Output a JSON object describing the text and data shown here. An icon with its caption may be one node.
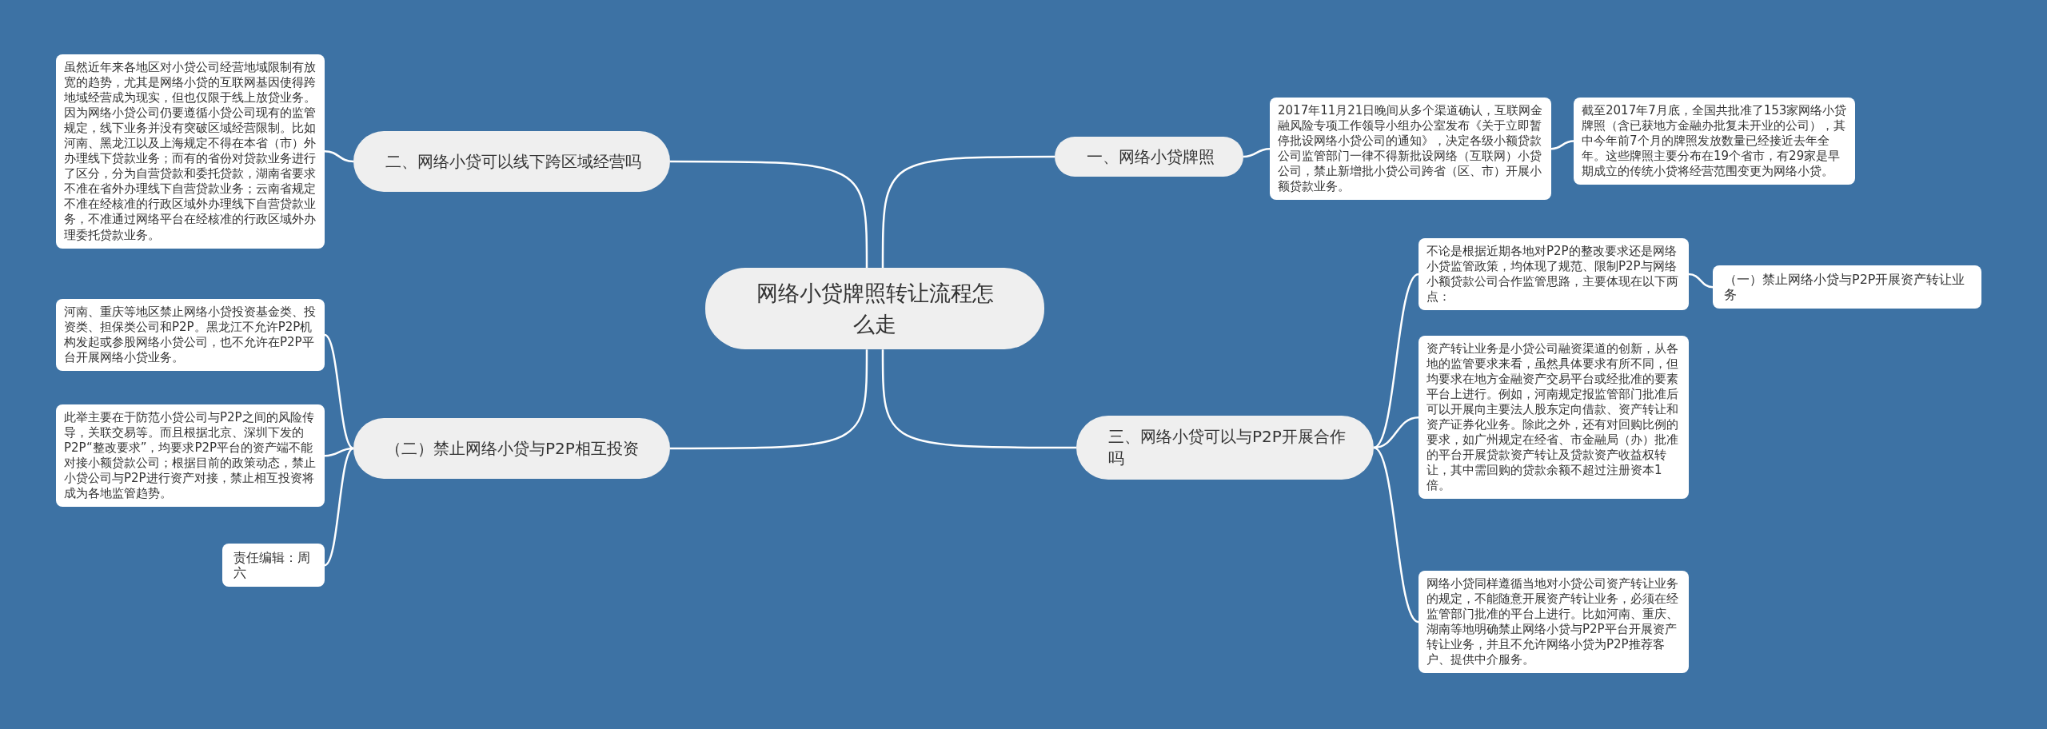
{
  "diagram": {
    "nodes": [
      {
        "text": [
          "网络小贷牌照转让流程怎么走"
        ]
      },
      {
        "text": [
          "一、网络小贷牌照"
        ]
      },
      {
        "text": [
          "2017年11月21日晚间从多个渠道确认，互联网金融风险专项工作领导小组办公室发布《关于立即暂停批设网络小贷公司的通知》，决定各级小额贷款公司监管部门一律不得新批设网络（互联网）小贷公司，禁止新增批小贷公司跨省（区、市）开展小额贷款业务。"
        ]
      },
      {
        "text": [
          "截至2017年7月底，全国共批准了153家网络小贷牌照（含已获地方金融办批复未开业的公司），其中今年前7个月的牌照发放数量已经接近去年全年。这些牌照主要分布在19个省市，有29家是早期成立的传统小贷将经营范围变更为网络小贷。"
        ]
      },
      {
        "text": [
          "二、网络小贷可以线下跨区域经营吗"
        ]
      },
      {
        "text": [
          "虽然近年来各地区对小贷公司经营地域限制有放宽的趋势，尤其是网络小贷的互联网基因使得跨地域经营成为现实，但也仅限于线上放贷业务。因为网络小贷公司仍要遵循小贷公司现有的监管规定，线下业务并没有突破区域经营限制。比如河南、黑龙江以及上海规定不得在本省（市）外办理线下贷款业务；而有的省份对贷款业务进行了区分，分为自营贷款和委托贷款，湖南省要求不准在省外办理线下自营贷款业务；云南省规定不准在经核准的行政区域外办理线下自营贷款业务，不准通过网络平台在经核准的行政区域外办理委托贷款业务。"
        ]
      },
      {
        "text": [
          "（二）禁止网络小贷与P2P相互投资"
        ]
      },
      {
        "text": [
          "河南、重庆等地区禁止网络小贷投资基金类、投资类、担保类公司和P2P。黑龙江不允许P2P机构发起或参股网络小贷公司，也不允许在P2P平台开展网络小贷业务。"
        ]
      },
      {
        "text": [
          "此举主要在于防范小贷公司与P2P之间的风险传导，关联交易等。而且根据北京、深圳下发的P2P“整改要求”，均要求P2P平台的资产端不能对接小额贷款公司；根据目前的政策动态，禁止小贷公司与P2P进行资产对接，禁止相互投资将成为各地监管趋势。"
        ]
      },
      {
        "text": [
          "责任编辑：周六"
        ]
      },
      {
        "text": [
          "三、网络小贷可以与P2P开展合作吗"
        ]
      },
      {
        "text": [
          "不论是根据近期各地对P2P的整改要求还是网络小贷监管政策，均体现了规范、限制P2P与网络小额贷款公司合作监管思路，主要体现在以下两点："
        ]
      },
      {
        "text": [
          "（一）禁止网络小贷与P2P开展资产转让业务"
        ]
      },
      {
        "text": [
          "资产转让业务是小贷公司融资渠道的创新，从各地的监管要求来看，虽然具体要求有所不同，但均要求在地方金融资产交易平台或经批准的要素平台上进行。例如，河南规定报监管部门批准后可以开展向主要法人股东定向借款、资产转让和资产证券化业务。除此之外，还有对回购比例的要求，如广州规定在经省、市金融局（办）批准的平台开展贷款资产转让及贷款资产收益权转让，其中需回购的贷款余额不超过注册资本1倍。"
        ]
      },
      {
        "text": [
          "网络小贷同样遵循当地对小贷公司资产转让业务的规定，不能随意开展资产转让业务，必须在经监管部门批准的平台上进行。比如河南、重庆、湖南等地明确禁止网络小贷与P2P平台开展资产转让业务，并且不允许网络小贷为P2P推荐客户、提供中介服务。"
        ]
      }
    ],
    "edges": [
      {
        "from": 0,
        "to": 1,
        "arrow": "none"
      },
      {
        "from": 1,
        "to": 2,
        "arrow": "none"
      },
      {
        "from": 2,
        "to": 3,
        "arrow": "none"
      },
      {
        "from": 0,
        "to": 4,
        "arrow": "none"
      },
      {
        "from": 4,
        "to": 5,
        "arrow": "none"
      },
      {
        "from": 0,
        "to": 6,
        "arrow": "none"
      },
      {
        "from": 6,
        "to": 7,
        "arrow": "none"
      },
      {
        "from": 6,
        "to": 8,
        "arrow": "none"
      },
      {
        "from": 6,
        "to": 9,
        "arrow": "none"
      },
      {
        "from": 0,
        "to": 10,
        "arrow": "none"
      },
      {
        "from": 10,
        "to": 11,
        "arrow": "none"
      },
      {
        "from": 11,
        "to": 12,
        "arrow": "none"
      },
      {
        "from": 10,
        "to": 13,
        "arrow": "none"
      },
      {
        "from": 10,
        "to": 14,
        "arrow": "none"
      }
    ]
  }
}
